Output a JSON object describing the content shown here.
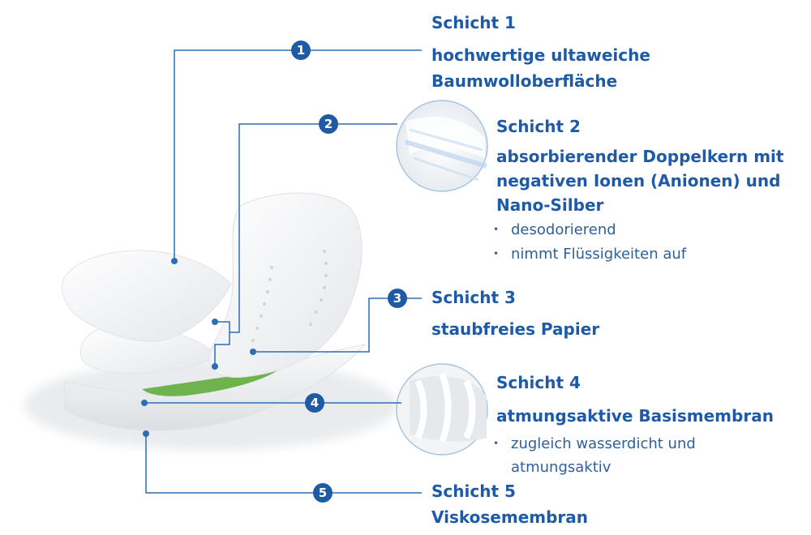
{
  "layers": [
    {
      "title": "Schicht 1",
      "description": [
        "hochwertige ultaweiche",
        "Baumwolloberfläche"
      ],
      "bullets": [],
      "number": "1"
    },
    {
      "title": "Schicht 2",
      "description": [
        "absorbierender Doppelkern mit",
        "negativen Ionen (Anionen) und",
        "Nano-Silber"
      ],
      "bullets": [
        "desodorierend",
        "nimmt Flüssigkeiten auf"
      ],
      "number": "2"
    },
    {
      "title": "Schicht 3",
      "description": [
        "staubfreies Papier"
      ],
      "bullets": [],
      "number": "3"
    },
    {
      "title": "Schicht 4",
      "description": [
        "atmungsaktive Basismembran"
      ],
      "bullets": [
        "zugleich wasserdicht und atmungsaktiv"
      ],
      "number": "4"
    },
    {
      "title": "Schicht 5",
      "description": [
        "Viskosemembran"
      ],
      "bullets": [],
      "number": "5"
    }
  ],
  "colors": {
    "label": "#1f5aa6",
    "line": "#2a6fb4",
    "green_layer": "#6fb34f"
  }
}
